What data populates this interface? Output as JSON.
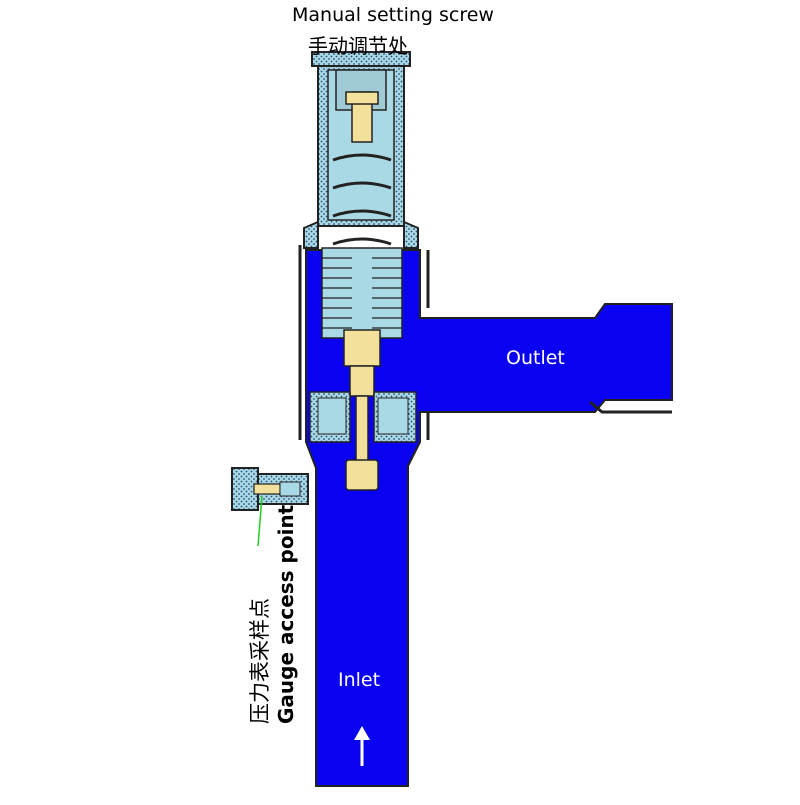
{
  "labels": {
    "manual_setting_en": "Manual setting screw",
    "manual_setting_zh": "手动调节处",
    "outlet": "Outlet",
    "inlet": "Inlet",
    "gauge_zh": "压力表采样点",
    "gauge_en": "Gauge access point"
  },
  "colors": {
    "flow": "#0a00f2",
    "body_light": "#a9d9e4",
    "brass": "#f3e09a",
    "outline": "#222222",
    "leader": "#22cc22"
  }
}
